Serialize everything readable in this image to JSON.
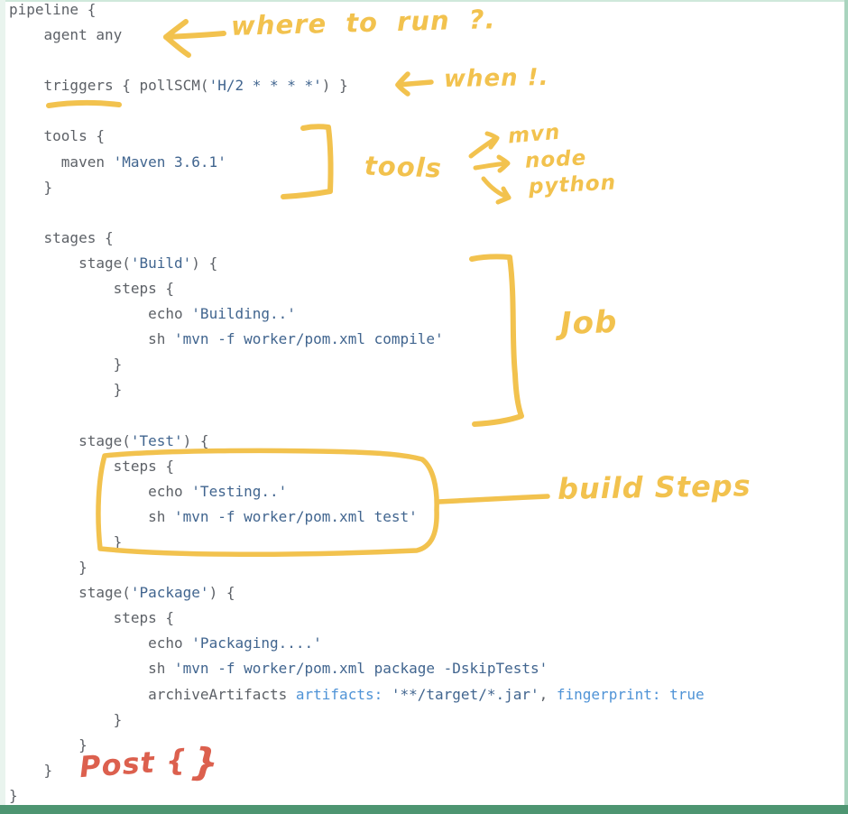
{
  "window": {
    "top_edge_color": "#cfe8db",
    "left_strip_color": "#e9f4ee",
    "right_edge_color": "#a9d4be",
    "bottom_bar_color": "#4d9571"
  },
  "code": {
    "colors": {
      "keyword": "#5d6167",
      "string": "#41658f",
      "param": "#4f93d6"
    },
    "lines": [
      [
        {
          "t": "pipeline {",
          "c": "k"
        }
      ],
      [
        {
          "t": "    agent any",
          "c": "k"
        }
      ],
      [],
      [
        {
          "t": "    triggers { pollSCM(",
          "c": "k"
        },
        {
          "t": "'H/2 * * * *'",
          "c": "s"
        },
        {
          "t": ") }",
          "c": "k"
        }
      ],
      [],
      [
        {
          "t": "    tools {",
          "c": "k"
        }
      ],
      [
        {
          "t": "      maven ",
          "c": "k"
        },
        {
          "t": "'Maven 3.6.1'",
          "c": "s"
        }
      ],
      [
        {
          "t": "    }",
          "c": "k"
        }
      ],
      [],
      [
        {
          "t": "    stages {",
          "c": "k"
        }
      ],
      [
        {
          "t": "        stage(",
          "c": "k"
        },
        {
          "t": "'Build'",
          "c": "s"
        },
        {
          "t": ") {",
          "c": "k"
        }
      ],
      [
        {
          "t": "            steps {",
          "c": "k"
        }
      ],
      [
        {
          "t": "                echo ",
          "c": "k"
        },
        {
          "t": "'Building..'",
          "c": "s"
        }
      ],
      [
        {
          "t": "                sh ",
          "c": "k"
        },
        {
          "t": "'mvn -f worker/pom.xml compile'",
          "c": "s"
        }
      ],
      [
        {
          "t": "            }",
          "c": "k"
        }
      ],
      [
        {
          "t": "            }",
          "c": "k"
        }
      ],
      [],
      [
        {
          "t": "        stage(",
          "c": "k"
        },
        {
          "t": "'Test'",
          "c": "s"
        },
        {
          "t": ") {",
          "c": "k"
        }
      ],
      [
        {
          "t": "            steps {",
          "c": "k"
        }
      ],
      [
        {
          "t": "                echo ",
          "c": "k"
        },
        {
          "t": "'Testing..'",
          "c": "s"
        }
      ],
      [
        {
          "t": "                sh ",
          "c": "k"
        },
        {
          "t": "'mvn -f worker/pom.xml test'",
          "c": "s"
        }
      ],
      [
        {
          "t": "            }",
          "c": "k"
        }
      ],
      [
        {
          "t": "        }",
          "c": "k"
        }
      ],
      [
        {
          "t": "        stage(",
          "c": "k"
        },
        {
          "t": "'Package'",
          "c": "s"
        },
        {
          "t": ") {",
          "c": "k"
        }
      ],
      [
        {
          "t": "            steps {",
          "c": "k"
        }
      ],
      [
        {
          "t": "                echo ",
          "c": "k"
        },
        {
          "t": "'Packaging....'",
          "c": "s"
        }
      ],
      [
        {
          "t": "                sh ",
          "c": "k"
        },
        {
          "t": "'mvn -f worker/pom.xml package -DskipTests'",
          "c": "s"
        }
      ],
      [
        {
          "t": "                archiveArtifacts ",
          "c": "k"
        },
        {
          "t": "artifacts:",
          "c": "p"
        },
        {
          "t": " ",
          "c": "k"
        },
        {
          "t": "'**/target/*.jar'",
          "c": "s"
        },
        {
          "t": ", ",
          "c": "k"
        },
        {
          "t": "fingerprint:",
          "c": "p"
        },
        {
          "t": " ",
          "c": "k"
        },
        {
          "t": "true",
          "c": "p"
        }
      ],
      [
        {
          "t": "            }",
          "c": "k"
        }
      ],
      [
        {
          "t": "        }",
          "c": "k"
        }
      ],
      [
        {
          "t": "    }",
          "c": "k"
        }
      ],
      [
        {
          "t": "}",
          "c": "k"
        }
      ]
    ]
  },
  "annotations": {
    "yellow_color": "#f2c24e",
    "red_color": "#dc604e",
    "where_to_run": "where  to  run ?.",
    "when": "when !.",
    "tools": "tools",
    "mvn": "mvn",
    "node": "node",
    "python": "python",
    "job": "Job",
    "build_steps": "build Steps",
    "post_open": "Post {",
    "post_close": "}"
  }
}
